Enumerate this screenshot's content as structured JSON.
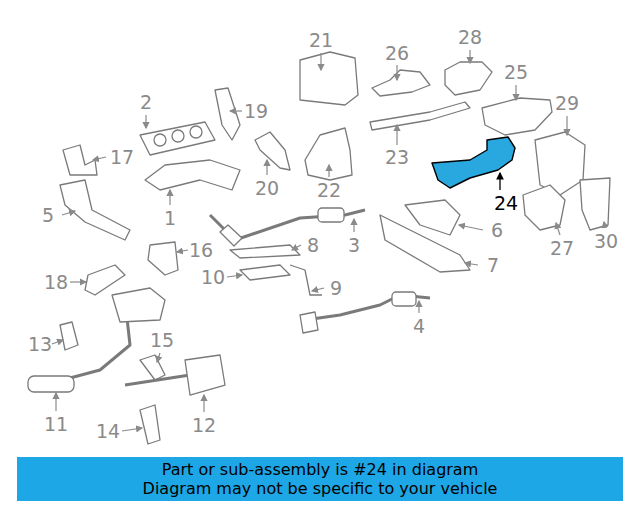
{
  "diagram": {
    "nodes": [
      {
        "text": [
          "Part or sub-assembly is #24 in diagram",
          "Diagram may not be specific to your vehicle"
        ]
      }
    ],
    "labels": [
      "21",
      "26",
      "28",
      "2",
      "19",
      "25",
      "29",
      "17",
      "23",
      "20",
      "22",
      "24",
      "5",
      "1",
      "6",
      "3",
      "16",
      "8",
      "7",
      "18",
      "10",
      "9",
      "27",
      "30",
      "4",
      "13",
      "15",
      "11",
      "12",
      "14"
    ]
  }
}
